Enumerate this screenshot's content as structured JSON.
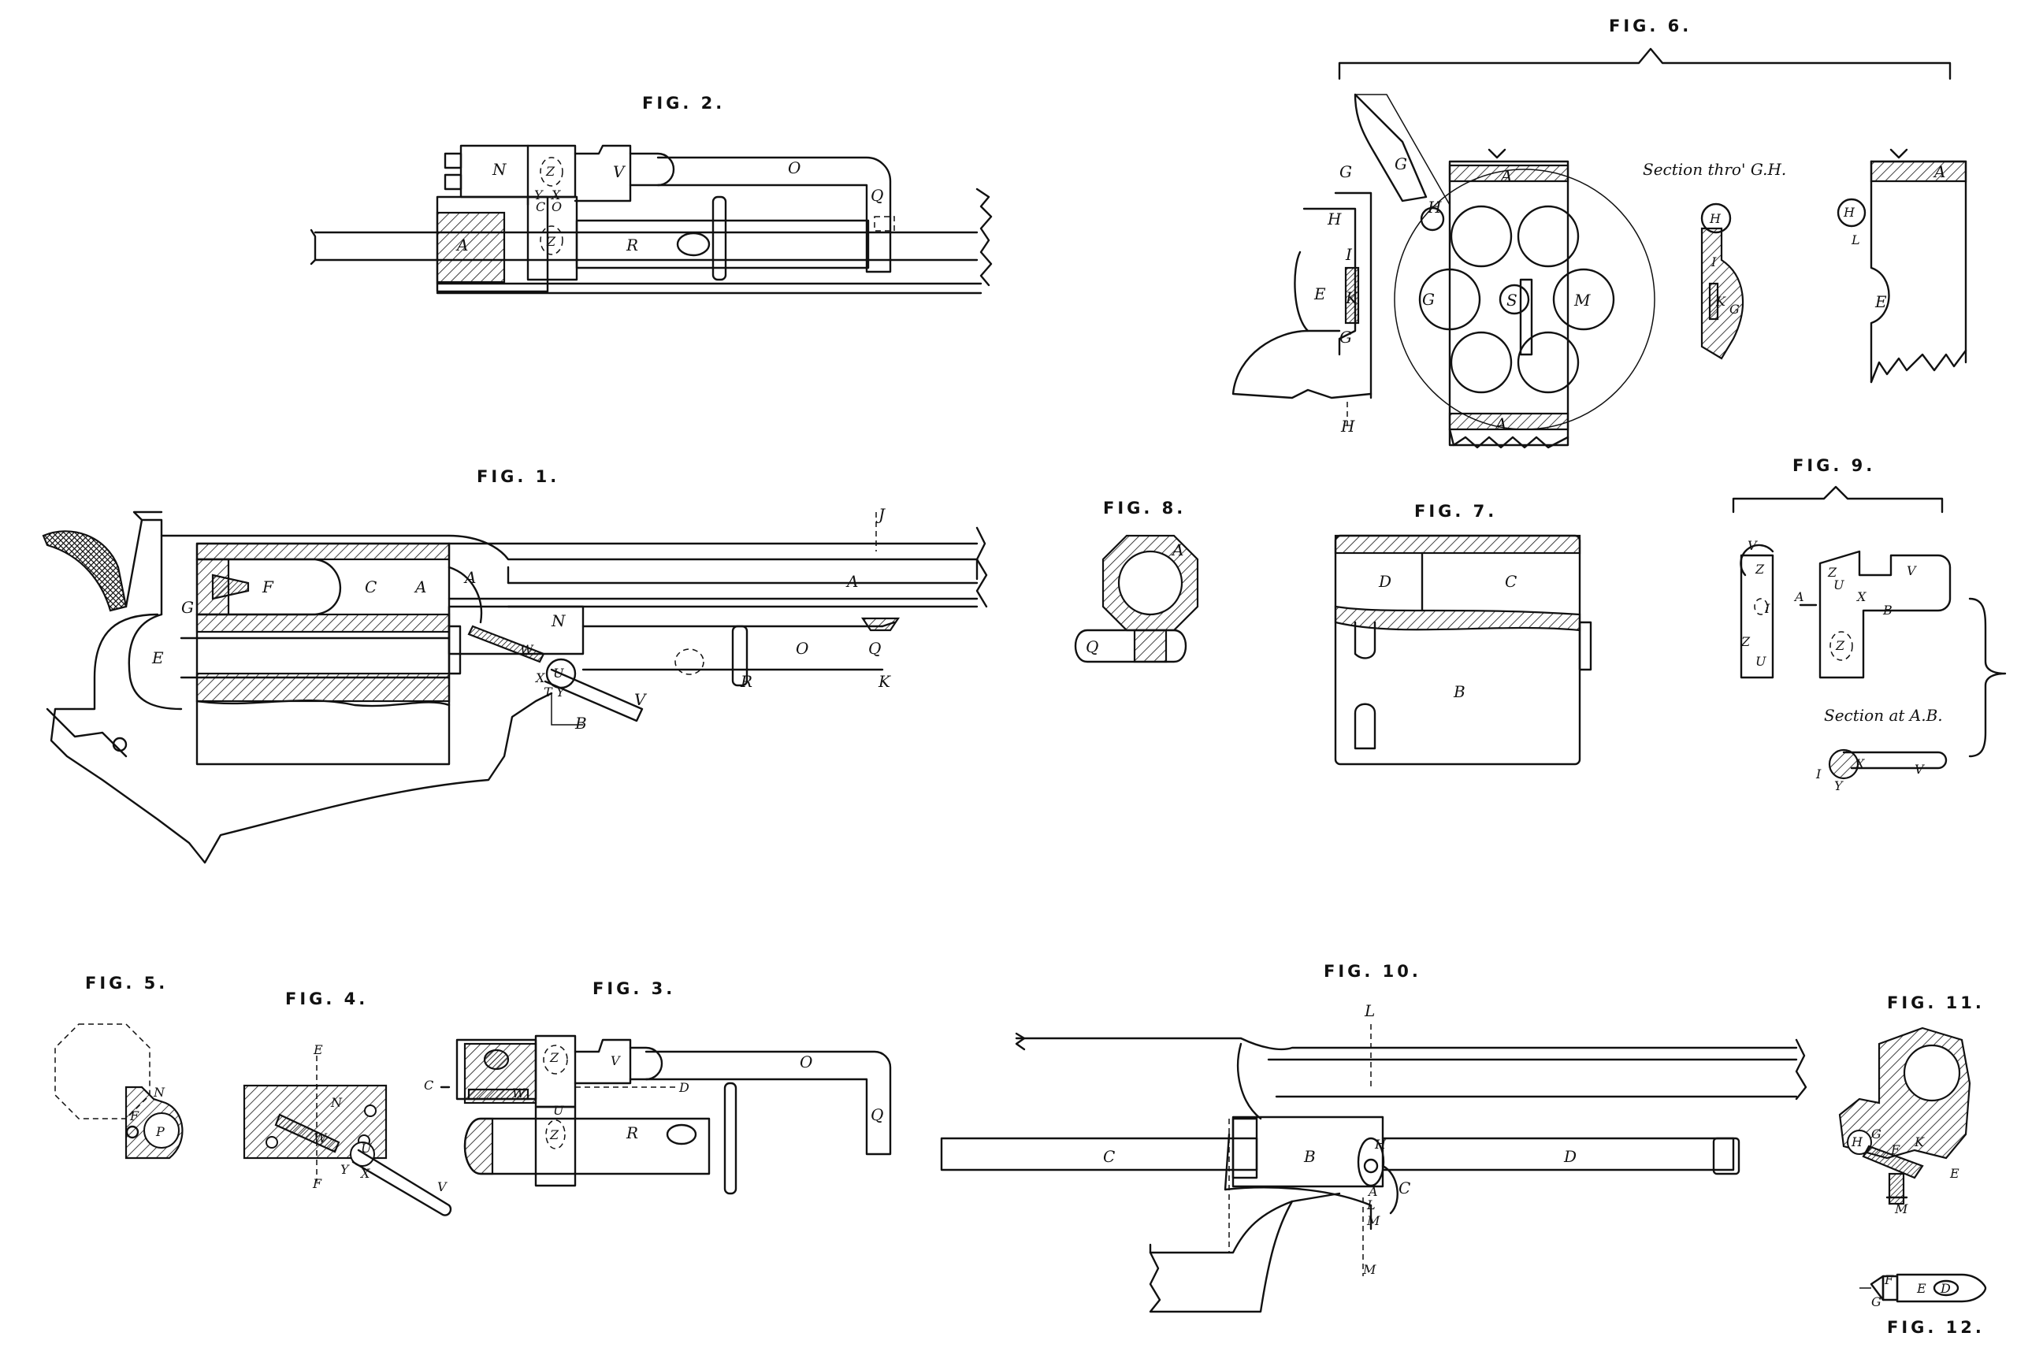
{
  "figure_captions": {
    "fig1": "FIG. 1.",
    "fig2": "FIG. 2.",
    "fig3": "FIG. 3.",
    "fig4": "FIG. 4.",
    "fig5": "FIG. 5.",
    "fig6": "FIG. 6.",
    "fig7": "FIG. 7.",
    "fig8": "FIG. 8.",
    "fig9": "FIG. 9.",
    "fig10": "FIG. 10.",
    "fig11": "FIG. 11.",
    "fig12": "FIG. 12."
  },
  "section_notes": {
    "fig6_section": "Section thro' G.H.",
    "fig9_section": "Section at A.B."
  },
  "fig1_labels": [
    "G",
    "F",
    "C",
    "A",
    "A",
    "A",
    "J",
    "E",
    "N",
    "W",
    "X",
    "T",
    "Y",
    "U",
    "V",
    "B",
    "O",
    "R",
    "Q",
    "K"
  ],
  "fig2_labels": [
    "N",
    "Z",
    "Y",
    "X",
    "C",
    "O",
    "V",
    "O",
    "Q",
    "A",
    "Z",
    "R"
  ],
  "fig3_labels": [
    "Z",
    "V",
    "O",
    "C",
    "W",
    "D",
    "U",
    "Z",
    "R",
    "Q"
  ],
  "fig4_labels": [
    "E",
    "N",
    "W",
    "U",
    "Y",
    "X",
    "F",
    "V"
  ],
  "fig5_labels": [
    "N",
    "F",
    "P"
  ],
  "fig6_labels": [
    "G",
    "G",
    "H",
    "H",
    "I",
    "E",
    "K",
    "G",
    "H",
    "G",
    "S",
    "M",
    "A",
    "A",
    "H",
    "I",
    "K",
    "G",
    "A",
    "H",
    "L",
    "E"
  ],
  "fig7_labels": [
    "D",
    "C",
    "B"
  ],
  "fig8_labels": [
    "A",
    "Q"
  ],
  "fig9_labels": [
    "V",
    "Z",
    "I",
    "Z",
    "U",
    "Z",
    "V",
    "U",
    "A",
    "X",
    "B",
    "Z",
    "I",
    "X",
    "Y",
    "V"
  ],
  "fig10_labels": [
    "L",
    "C",
    "B",
    "H",
    "A",
    "L",
    "M",
    "C",
    "D",
    "M"
  ],
  "fig11_labels": [
    "H",
    "G",
    "K",
    "F",
    "E",
    "M"
  ],
  "fig12_labels": [
    "F",
    "G",
    "E",
    "D"
  ]
}
